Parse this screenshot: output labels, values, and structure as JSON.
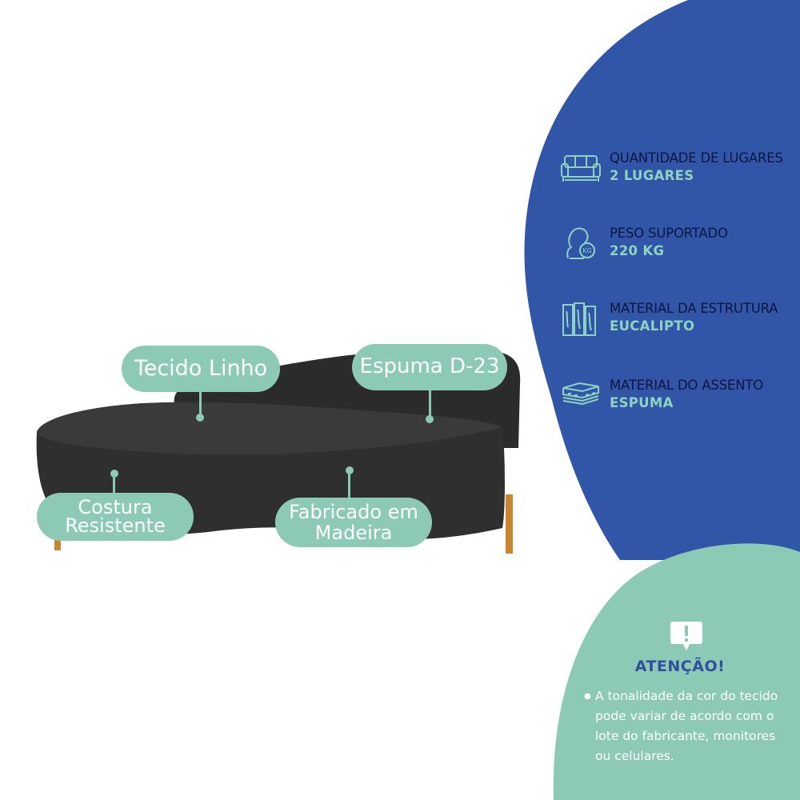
{
  "colors": {
    "blue_panel": "#3156a7",
    "teal_panel": "#8ccab6",
    "sofa": "#2f2f2f",
    "legs": "#c68632",
    "label_text": "#0c1640",
    "value_text": "#8fd2bf",
    "attention_title": "#2f4f9f"
  },
  "product": {
    "image": "dark-grey-curved-sofa"
  },
  "callouts": {
    "fabric": {
      "line1": "Tecido Linho"
    },
    "foam": {
      "line1": "Espuma D-23"
    },
    "stitching": {
      "line1": "Costura",
      "line2": "Resistente"
    },
    "structure": {
      "line1": "Fabricado em",
      "line2": "Madeira"
    }
  },
  "specs": [
    {
      "icon": "sofa-icon",
      "label": "QUANTIDADE DE LUGARES",
      "value": "2 LUGARES"
    },
    {
      "icon": "weight-kg-icon",
      "label": "PESO SUPORTADO",
      "value": "220 KG"
    },
    {
      "icon": "wood-structure-icon",
      "label": "MATERIAL DA ESTRUTURA",
      "value": "EUCALIPTO"
    },
    {
      "icon": "foam-layers-icon",
      "label": "MATERIAL DO ASSENTO",
      "value": "ESPUMA"
    }
  ],
  "attention": {
    "icon": "warning-sign-icon",
    "title": "ATENÇÃO!",
    "bullet": "●",
    "lines": [
      "A tonalidade da cor do tecido",
      "pode variar de acordo com o",
      "lote do fabricante, monitores",
      "ou celulares."
    ]
  }
}
